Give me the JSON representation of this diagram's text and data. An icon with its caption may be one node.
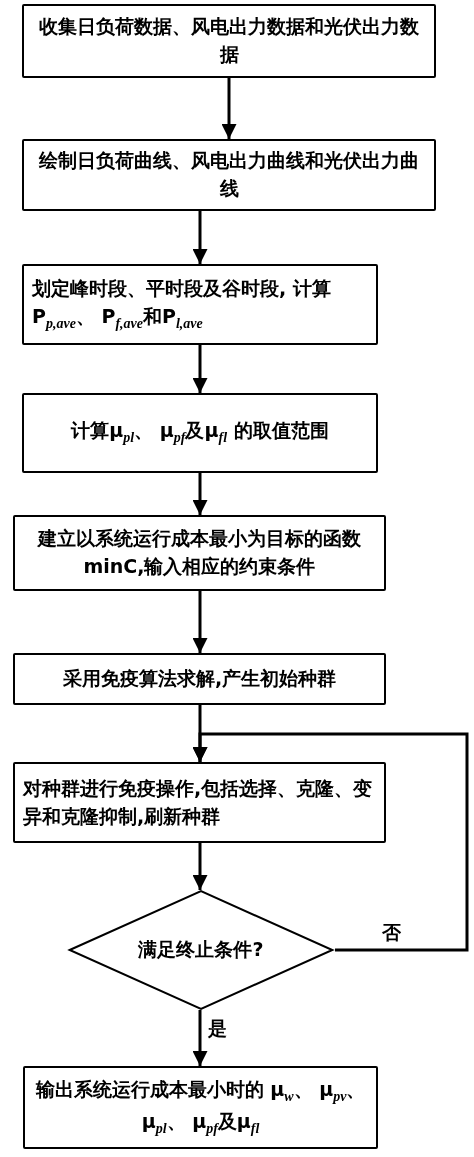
{
  "diagram": {
    "nodes": [
      {
        "text": [
          "收集日负荷数据、风电出力数据和光伏出力数据"
        ]
      },
      {
        "text": [
          "绘制日负荷曲线、风电出力曲线和光伏出力曲线"
        ]
      },
      {
        "text": [
          "划定峰时段、平时段及谷时段, 计算P$_{p,ave}$、 P$_{f,ave}$和P$_{l,ave}$"
        ]
      },
      {
        "text": [
          "计算μ$_{pl}$、 μ$_{pf}$及μ$_{fl}$ 的取值范围"
        ]
      },
      {
        "text": [
          "建立以系统运行成本最小为目标的函数minC,输入相应的约束条件"
        ]
      },
      {
        "text": [
          "采用免疫算法求解,产生初始种群"
        ]
      },
      {
        "text": [
          "对种群进行免疫操作,包括选择、克隆、变异和克隆抑制,刷新种群"
        ]
      },
      {
        "text": [
          "满足终止条件?"
        ]
      },
      {
        "text": [
          "输出系统运行成本最小时的 μ$_{w}$、 μ$_{pv}$、 μ$_{pl}$、 μ$_{pf}$及μ$_{fl}$"
        ]
      }
    ],
    "edges": [
      {
        "from": 0,
        "to": 1,
        "arrow": "to"
      },
      {
        "from": 1,
        "to": 2,
        "arrow": "to"
      },
      {
        "from": 2,
        "to": 3,
        "arrow": "to"
      },
      {
        "from": 3,
        "to": 4,
        "arrow": "to"
      },
      {
        "from": 4,
        "to": 5,
        "arrow": "to"
      },
      {
        "from": 5,
        "to": 6,
        "arrow": "to"
      },
      {
        "from": 6,
        "to": 7,
        "arrow": "to"
      },
      {
        "from": 7,
        "to": 6,
        "arrow": "to",
        "label": "否"
      },
      {
        "from": 7,
        "to": 8,
        "arrow": "to",
        "label": "是"
      }
    ]
  }
}
